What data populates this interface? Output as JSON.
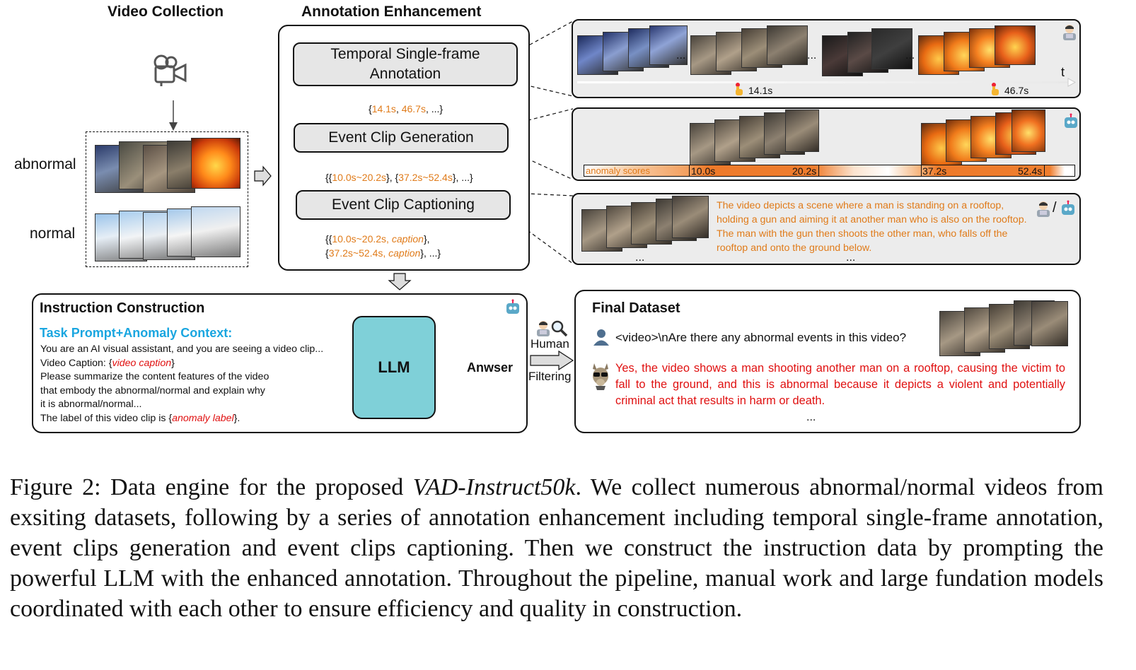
{
  "col_titles": {
    "video_collection": "Video Collection",
    "annotation_enhancement": "Annotation Enhancement"
  },
  "collection": {
    "abnormal": "abnormal",
    "normal": "normal"
  },
  "steps": {
    "temporal": "Temporal Single-frame Annotation",
    "clip_gen": "Event Clip Generation",
    "clip_cap": "Event Clip Captioning"
  },
  "step_outputs": {
    "o1_open": "{",
    "o1_a": "14.1s",
    "o1_sep": ", ",
    "o1_b": "46.7s",
    "o1_end": ", ...}",
    "o2_open": "{{",
    "o2_a": "10.0s~20.2s",
    "o2_mid": "}, {",
    "o2_b": "37.2s~52.4s",
    "o2_end": "}, ...}",
    "o3_open": "{{",
    "o3_a": "10.0s~20.2s, ",
    "o3_a_cap": "caption",
    "o3_mid": "},",
    "o3_open2": "{",
    "o3_b": "37.2s~52.4s, ",
    "o3_b_cap": "caption",
    "o3_end": "}, ...}"
  },
  "timeline": {
    "t_label": "t",
    "mark1": "14.1s",
    "mark2": "46.7s",
    "dots": [
      "...",
      "...",
      "..."
    ]
  },
  "scores": {
    "label": "anomaly scores",
    "s1": "10.0s",
    "e1": "20.2s",
    "s2": "37.2s",
    "e2": "52.4s"
  },
  "caption_panel": {
    "text": "The video depicts a scene where a man is standing on a rooftop, holding a gun and aiming it at another man who is also on the rooftop. The man with the gun then shoots the other man, who falls off the rooftop and onto the ground below.",
    "dots1": "...",
    "dots2": "...",
    "slash": "/"
  },
  "instruction": {
    "title": "Instruction Construction",
    "subtitle": "Task Prompt+Anomaly Context:",
    "line1": "You are an AI visual assistant, and you are seeing a video clip...",
    "line2_pre": "Video Caption: {",
    "line2_em": "video caption",
    "line2_post": "}",
    "line3": "Please summarize the content features of the video",
    "line4": "that embody the abnormal/normal and explain why",
    "line5": "it is abnormal/normal...",
    "line6_pre": "The label of this video clip is {",
    "line6_em": "anomaly label",
    "line6_post": "}.",
    "llm": "LLM",
    "answer": "Anwser"
  },
  "filtering": {
    "human": "Human",
    "filtering": "Filtering"
  },
  "final": {
    "title": "Final Dataset",
    "question": "<video>\\nAre there any abnormal events in this video?",
    "answer": "Yes, the video shows a man shooting another man on a rooftop, causing the victim to fall to the ground, and this is abnormal because it depicts a violent and potentially criminal act that results in harm or death.",
    "dots": "..."
  },
  "figure_caption": {
    "prefix": "Figure 2: Data engine for the proposed ",
    "emph": "VAD-Instruct50k",
    "rest": ". We collect numerous abnormal/normal videos from exsiting datasets, following by a series of annotation enhancement including temporal single-frame annotation, event clips generation and event clips captioning. Then we construct the instruction data by prompting the powerful LLM with the enhanced annotation. Throughout the pipeline, manual work and large fundation models coordinated with each other to ensure efficiency and quality in construction."
  },
  "icons": [
    "video-camera-icon",
    "human-icon",
    "robot-icon",
    "magnifier-icon",
    "user-icon",
    "llama-icon",
    "hand-pointer-icon"
  ],
  "colors": {
    "orange": "#e07b1a",
    "red": "#e01010",
    "llm_fill": "#7fd0d8",
    "cyan_text": "#1aa6e0"
  }
}
